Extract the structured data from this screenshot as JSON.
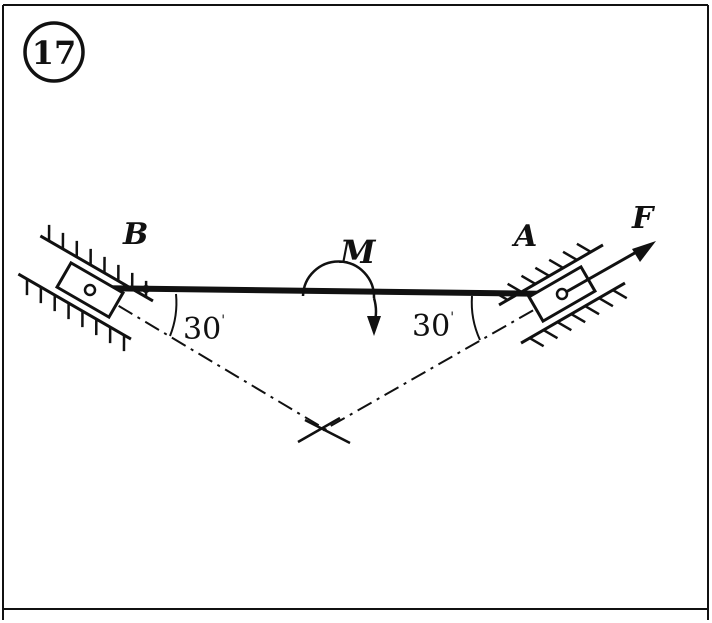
{
  "problem_number": "17",
  "labels": {
    "support_left": "B",
    "support_right": "A",
    "force": "F",
    "moment": "M"
  },
  "angles": {
    "left": "30",
    "right": "30"
  },
  "colors": {
    "ink": "#111111",
    "paper": "#ffffff"
  }
}
